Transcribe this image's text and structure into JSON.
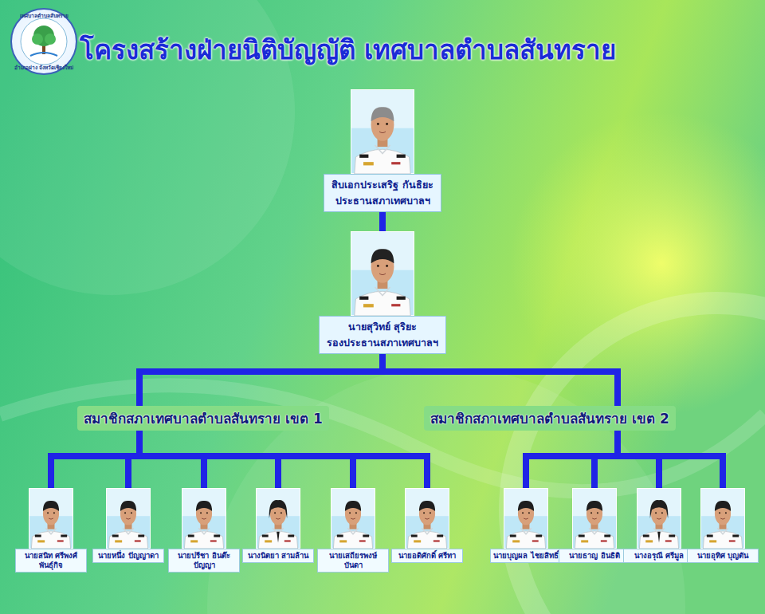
{
  "diagram": {
    "title": "โครงสร้างฝ่ายนิติบัญญัติ เทศบาลตำบลสันทราย",
    "nodes": [
      {
        "text": [
          "สิบเอกประเสริฐ กันธิยะ",
          "ประธานสภาเทศบาลฯ"
        ]
      },
      {
        "text": [
          "นายสุวิทย์ สุริยะ",
          "รองประธานสภาเทศบาลฯ"
        ]
      },
      {
        "text": [
          "นายสนิท ศรีพงศ์พันธุ์กิจ"
        ]
      },
      {
        "text": [
          "นายหนึ่ง ปัญญาดา"
        ]
      },
      {
        "text": [
          "นายปรีชา อินต๊ะปัญญา"
        ]
      },
      {
        "text": [
          "นางนิตยา สามล้าน"
        ]
      },
      {
        "text": [
          "นายเสถียรพงษ์ บันดา"
        ]
      },
      {
        "text": [
          "นายอดิศักดิ์ ศรีทา"
        ]
      },
      {
        "text": [
          "นายบุญผล ไชยสิทธิ์"
        ]
      },
      {
        "text": [
          "นายธาญ อินธิติ"
        ]
      },
      {
        "text": [
          "นางอรุณี ศรีมูล"
        ]
      },
      {
        "text": [
          "นายอุทิศ บุญตัน"
        ]
      }
    ],
    "edges": [
      {
        "from": 0,
        "to": 1,
        "arrow": "none"
      },
      {
        "from": 1,
        "to": 2,
        "arrow": "none"
      },
      {
        "from": 1,
        "to": 3,
        "arrow": "none"
      },
      {
        "from": 1,
        "to": 4,
        "arrow": "none"
      },
      {
        "from": 1,
        "to": 5,
        "arrow": "none"
      },
      {
        "from": 1,
        "to": 6,
        "arrow": "none"
      },
      {
        "from": 1,
        "to": 7,
        "arrow": "none"
      },
      {
        "from": 1,
        "to": 8,
        "arrow": "none"
      },
      {
        "from": 1,
        "to": 9,
        "arrow": "none"
      },
      {
        "from": 1,
        "to": 10,
        "arrow": "none"
      },
      {
        "from": 1,
        "to": 11,
        "arrow": "none"
      }
    ],
    "labels": [
      "เทศบาลตำบลสันทราย",
      "อำเภอฝาง จังหวัดเชียงใหม่",
      "สมาชิกสภาเทศบาลตำบลสันทราย เขต 1",
      "สมาชิกสภาเทศบาลตำบลสันทราย เขต 2"
    ]
  }
}
